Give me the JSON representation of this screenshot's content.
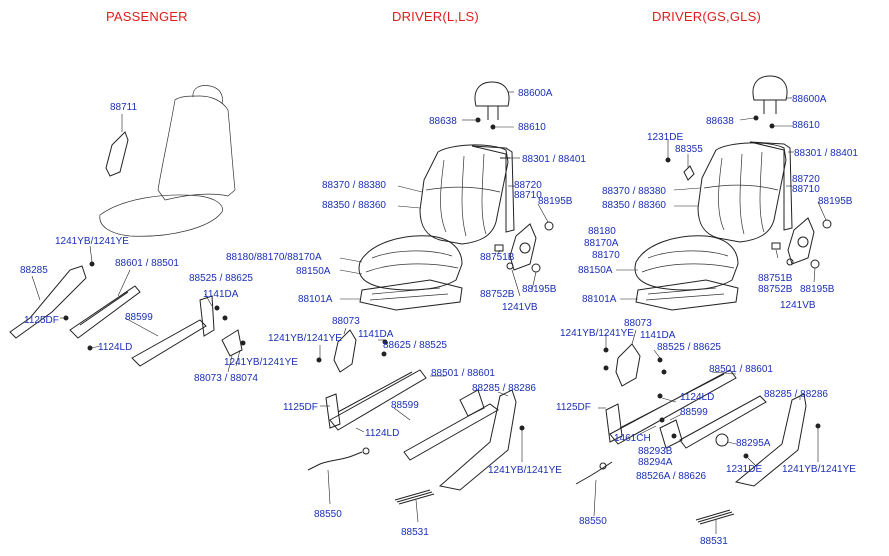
{
  "headers": {
    "passenger": "PASSENGER",
    "driver_lls": "DRIVER(L,LS)",
    "driver_gs": "DRIVER(GS,GLS)"
  },
  "colors": {
    "header": "#e21d1d",
    "label": "#1a2fb8",
    "line": "#222222"
  },
  "labels": {
    "p_88711": "88711",
    "p_1241yb_ye": "1241YB/1241YE",
    "p_88285": "88285",
    "p_88601_88501": "88601 / 88501",
    "p_88525_88625": "88525 / 88625",
    "p_1141da": "1141DA",
    "p_1125df": "1125DF",
    "p_88599": "88599",
    "p_1124ld": "1124LD",
    "p_1241yb_ye_b": "1241YB/1241YE",
    "p_88073_88074": "88073 / 88074",
    "d1_88600a": "88600A",
    "d1_88638": "88638",
    "d1_88610": "88610",
    "d1_88301_88401": "88301 / 88401",
    "d1_88370_88380": "88370 / 88380",
    "d1_88720": "88720",
    "d1_88710": "88710",
    "d1_88350_88360": "88350 / 88360",
    "d1_88195b": "88195B",
    "d1_88180_88170": "88180/88170/88170A",
    "d1_88150a": "88150A",
    "d1_88751b": "88751B",
    "d1_88752b": "88752B",
    "d1_88195b_b": "88195B",
    "d1_88101a": "88101A",
    "d1_1241vb": "1241VB",
    "d1_88073": "88073",
    "d1_1241yb_ye": "1241YB/1241YE",
    "d1_1141da": "1141DA",
    "d1_88625_88525": "88625 / 88525",
    "d1_88501_88601": "88501 / 88601",
    "d1_88285_88286": "88285 / 88286",
    "d1_1125df": "1125DF",
    "d1_88599": "88599",
    "d1_1124ld": "1124LD",
    "d1_1241yb_ye_b": "1241YB/1241YE",
    "d1_88550": "88550",
    "d1_88531": "88531",
    "d2_88600a": "88600A",
    "d2_88638": "88638",
    "d2_88610": "88610",
    "d2_1231de": "1231DE",
    "d2_88355": "88355",
    "d2_88301_88401": "88301 / 88401",
    "d2_88720": "88720",
    "d2_88710": "88710",
    "d2_88370_88380": "88370 / 88380",
    "d2_88350_88360": "88350 / 88360",
    "d2_88195b": "88195B",
    "d2_88180": "88180",
    "d2_88170a": "88170A",
    "d2_88170": "88170",
    "d2_88150a": "88150A",
    "d2_88751b": "88751B",
    "d2_88752b": "88752B",
    "d2_88195b_b": "88195B",
    "d2_88101a": "88101A",
    "d2_1241vb": "1241VB",
    "d2_88073": "88073",
    "d2_1241yb_ye": "1241YB/1241YE",
    "d2_1141da": "1141DA",
    "d2_88525_88625": "88525 / 88625",
    "d2_88501_88601": "88501 / 88601",
    "d2_1124ld": "1124LD",
    "d2_1125df": "1125DF",
    "d2_88599": "88599",
    "d2_88285_88286": "88285 / 88286",
    "d2_1461ch": "1461CH",
    "d2_88293b": "88293B",
    "d2_88294a": "88294A",
    "d2_88295a": "88295A",
    "d2_1231de_b": "1231DE",
    "d2_1241yb_ye_b": "1241YB/1241YE",
    "d2_88526a_88626": "88526A / 88626",
    "d2_88550": "88550",
    "d2_88531": "88531"
  }
}
